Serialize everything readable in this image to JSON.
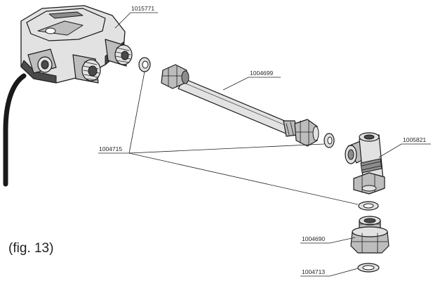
{
  "figure": {
    "caption": "(fig. 13)"
  },
  "parts": [
    {
      "id": "valve-head",
      "number": "1015771"
    },
    {
      "id": "hose",
      "number": "1004699"
    },
    {
      "id": "washers",
      "number": "1004715"
    },
    {
      "id": "tee-fitting",
      "number": "1005821"
    },
    {
      "id": "nut-adapter",
      "number": "1004690"
    },
    {
      "id": "bottom-washer",
      "number": "1004713"
    }
  ]
}
